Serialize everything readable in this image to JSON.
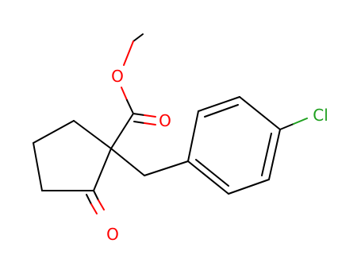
{
  "molecule": {
    "atom_labels": {
      "ester_ether_oxygen": "O",
      "ester_carbonyl_oxygen": "O",
      "ketone_oxygen": "O",
      "chlorine": "Cl"
    },
    "colors": {
      "bond": "#000000",
      "oxygen": "#ff0000",
      "chlorine": "#1fa01f",
      "background": "#ffffff"
    }
  }
}
